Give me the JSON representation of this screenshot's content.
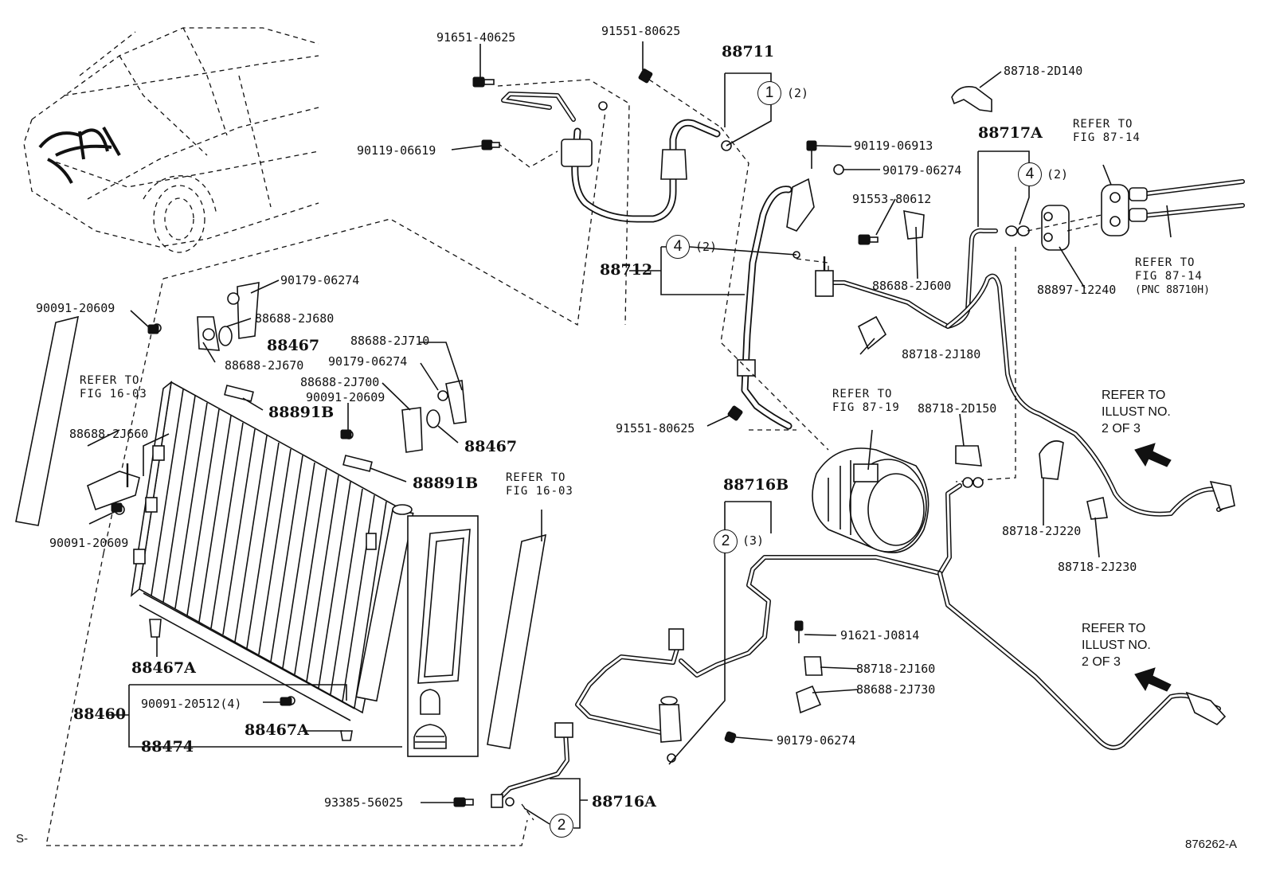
{
  "diagram_code": "876262-A",
  "corner_mark": "S-",
  "part_labels": {
    "p91651_40625": "91651-40625",
    "p91551_80625_top": "91551-80625",
    "p88711": "88711",
    "p88718_2D140": "88718-2D140",
    "p90119_06619": "90119-06619",
    "p90119_06913": "90119-06913",
    "p88717A": "88717A",
    "p90179_06274_r": "90179-06274",
    "p91553_80612": "91553-80612",
    "p88712": "88712",
    "p88688_2J600": "88688-2J600",
    "p88897_12240": "88897-12240",
    "p88897_pnc": "(PNC 88710H)",
    "p90179_06274_a": "90179-06274",
    "p88688_2J680": "88688-2J680",
    "p90091_20609_a": "90091-20609",
    "p88467_a": "88467",
    "p88688_2J670": "88688-2J670",
    "p88688_2J710": "88688-2J710",
    "p90179_06274_b": "90179-06274",
    "p88688_2J700": "88688-2J700",
    "p90091_20609_b": "90091-20609",
    "p88891B_a": "88891B",
    "p88467_b": "88467",
    "p88718_2J180": "88718-2J180",
    "p91551_80625_mid": "91551-80625",
    "p88718_2D150": "88718-2D150",
    "p88688_2J660": "88688-2J660",
    "p88891B_b": "88891B",
    "p90091_20609_c": "90091-20609",
    "p88716B": "88716B",
    "p88718_2J220": "88718-2J220",
    "p88718_2J230": "88718-2J230",
    "p91621_J0814": "91621-J0814",
    "p88718_2J160": "88718-2J160",
    "p88688_2J730": "88688-2J730",
    "p88467A_a": "88467A",
    "p88460": "88460",
    "p90091_20512": "90091-20512(4)",
    "p88467A_b": "88467A",
    "p88474": "88474",
    "p90179_06274_bot": "90179-06274",
    "p93385_56025": "93385-56025",
    "p88716A": "88716A"
  },
  "circles": {
    "c1": "1",
    "c4_right": "4",
    "c4_left": "4",
    "c2_mid": "2",
    "c2_bot": "2"
  },
  "quantities": {
    "q1": "(2)",
    "q4_right": "(2)",
    "q4_left": "(2)",
    "q2_mid": "(3)"
  },
  "refer_notes": {
    "fig_87_14_top": "REFER TO\nFIG 87-14",
    "fig_87_14_bot": "REFER TO\nFIG 87-14",
    "fig_16_03_left": "REFER TO\nFIG 16-03",
    "fig_16_03_right": "REFER TO\nFIG 16-03",
    "fig_87_19": "REFER TO\nFIG 87-19",
    "illust_top": "REFER TO\nILLUST NO.\n2 OF 3",
    "illust_bot": "REFER TO\nILLUST NO.\n2 OF 3"
  }
}
